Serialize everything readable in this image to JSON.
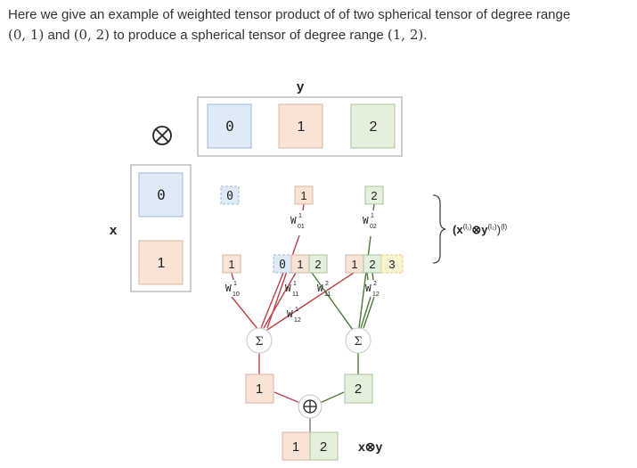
{
  "intro": {
    "line1": "Here we give an example of weighted tensor product of of two spherical tensor of degree range",
    "line2_a": "(0, 1)",
    "line2_b": " and ",
    "line2_c": "(0, 2)",
    "line2_d": " to produce a spherical tensor of degree range ",
    "line2_e": "(1, 2)",
    "line2_f": "."
  },
  "labels": {
    "x": "x",
    "y": "y",
    "otimes": "⊗",
    "result": "x⊗y",
    "brace_formula_base": "(x",
    "brace_sup1": "(l₁)",
    "brace_mid": "⊗y",
    "brace_sup2": "(l₂)",
    "brace_end": ")",
    "brace_sup3": "(l)",
    "sigma": "Σ",
    "oplus": "⊕"
  },
  "y_tensor": [
    "0",
    "1",
    "2"
  ],
  "x_tensor": [
    "0",
    "1"
  ],
  "row1_products": [
    "0",
    "1",
    "2"
  ],
  "row2_products": {
    "p10": [
      "1"
    ],
    "p11": [
      "0",
      "1",
      "2"
    ],
    "p12": [
      "1",
      "2",
      "3"
    ]
  },
  "weights": {
    "w01": {
      "base": "W",
      "sup": "1",
      "sub": "01"
    },
    "w02": {
      "base": "W",
      "sup": "1",
      "sub": "02"
    },
    "w10": {
      "base": "W",
      "sup": "1",
      "sub": "10"
    },
    "w11a": {
      "base": "W",
      "sup": "1",
      "sub": "11"
    },
    "w11b": {
      "base": "W",
      "sup": "2",
      "sub": "11"
    },
    "w12a": {
      "base": "W",
      "sup": "1",
      "sub": "12"
    },
    "w12b": {
      "base": "W",
      "sup": "2",
      "sub": "12"
    }
  },
  "sums": [
    "1",
    "2"
  ],
  "output_tensor": [
    "1",
    "2"
  ],
  "colors": {
    "deg0_fill": "#dfeaf7",
    "deg0_stroke": "#9fb8d3",
    "deg1_fill": "#f9e3d6",
    "deg1_stroke": "#d9b7a3",
    "deg2_fill": "#e4efdc",
    "deg2_stroke": "#a9c39b",
    "deg3_fill": "#fbf3d2",
    "deg3_stroke": "#e2cf7a",
    "line_red": "#b9444a",
    "line_green": "#4f7a3a",
    "panel_stroke": "#bdbdbd"
  }
}
